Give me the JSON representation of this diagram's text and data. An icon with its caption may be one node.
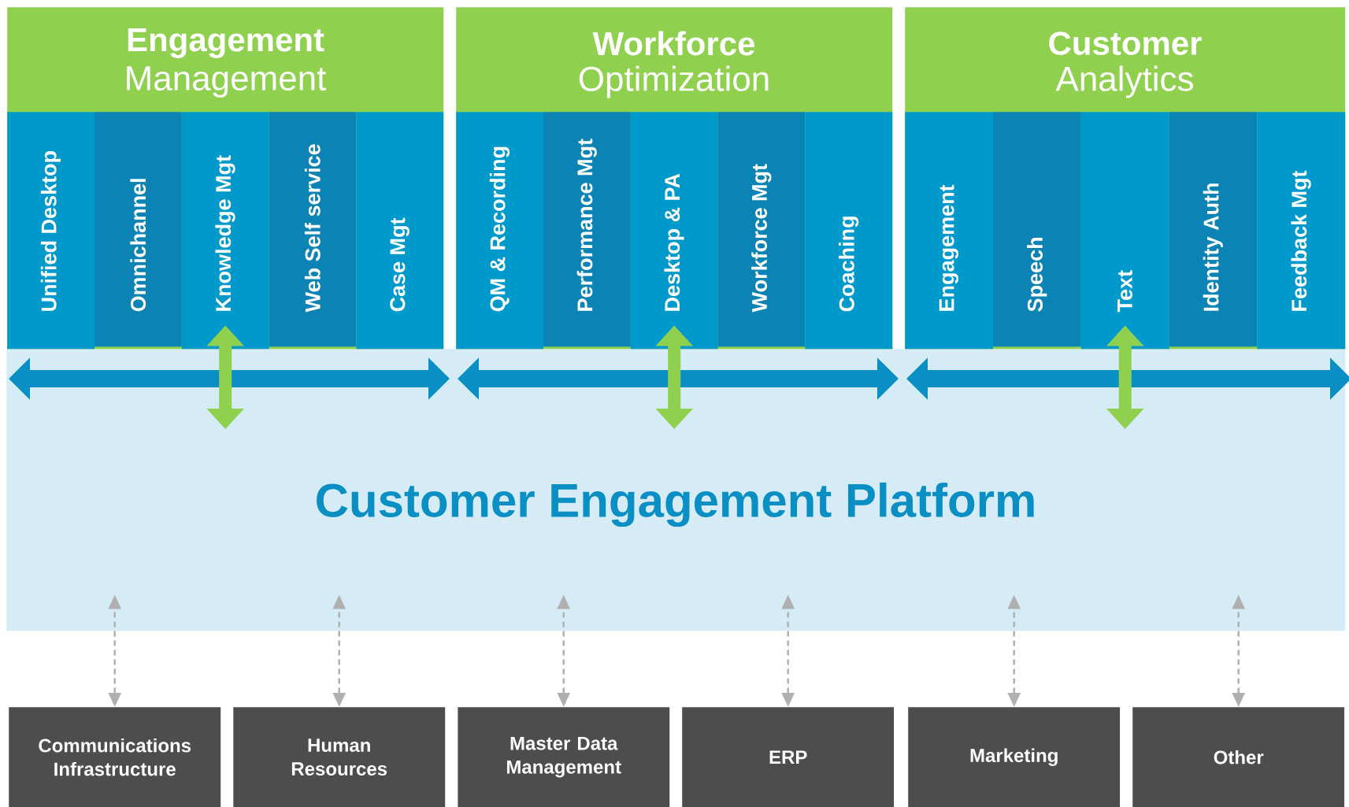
{
  "diagram": {
    "nodes": [
      {
        "text": [
          "Engagement",
          "Management"
        ]
      },
      {
        "text": [
          "Unified Desktop"
        ],
        "in": 0
      },
      {
        "text": [
          "Omnichannel"
        ],
        "in": 0
      },
      {
        "text": [
          "Knowledge Mgt"
        ],
        "in": 0
      },
      {
        "text": [
          "Web Self service"
        ],
        "in": 0
      },
      {
        "text": [
          "Case Mgt"
        ],
        "in": 0
      },
      {
        "text": [
          "Workforce",
          "Optimization"
        ]
      },
      {
        "text": [
          "QM & Recording"
        ],
        "in": 6
      },
      {
        "text": [
          "Performance Mgt"
        ],
        "in": 6
      },
      {
        "text": [
          "Desktop & PA"
        ],
        "in": 6
      },
      {
        "text": [
          "Workforce Mgt"
        ],
        "in": 6
      },
      {
        "text": [
          "Coaching"
        ],
        "in": 6
      },
      {
        "text": [
          "Customer",
          "Analytics"
        ]
      },
      {
        "text": [
          "Engagement"
        ],
        "in": 12
      },
      {
        "text": [
          "Speech"
        ],
        "in": 12
      },
      {
        "text": [
          "Text"
        ],
        "in": 12
      },
      {
        "text": [
          "Identity Auth"
        ],
        "in": 12
      },
      {
        "text": [
          "Feedback Mgt"
        ],
        "in": 12
      },
      {
        "text": [
          "Customer Engagement Platform"
        ]
      },
      {
        "text": [
          "Communications Infrastructure"
        ]
      },
      {
        "text": [
          "Human Resources"
        ]
      },
      {
        "text": [
          "Master Data Management"
        ]
      },
      {
        "text": [
          "ERP"
        ]
      },
      {
        "text": [
          "Marketing"
        ]
      },
      {
        "text": [
          "Other"
        ]
      }
    ],
    "edges": [
      {
        "from": 3,
        "to": 18,
        "arrow": "both",
        "style": "thick",
        "color": "#8fd14f"
      },
      {
        "from": 9,
        "to": 18,
        "arrow": "both",
        "style": "thick",
        "color": "#8fd14f"
      },
      {
        "from": 15,
        "to": 18,
        "arrow": "both",
        "style": "thick",
        "color": "#8fd14f"
      },
      {
        "from": 19,
        "to": 18,
        "arrow": "both",
        "style": "dashed"
      },
      {
        "from": 20,
        "to": 18,
        "arrow": "both",
        "style": "dashed"
      },
      {
        "from": 21,
        "to": 18,
        "arrow": "both",
        "style": "dashed"
      },
      {
        "from": 22,
        "to": 18,
        "arrow": "both",
        "style": "dashed"
      },
      {
        "from": 23,
        "to": 18,
        "arrow": "both",
        "style": "dashed"
      },
      {
        "from": 24,
        "to": 18,
        "arrow": "both",
        "style": "dashed"
      }
    ]
  }
}
